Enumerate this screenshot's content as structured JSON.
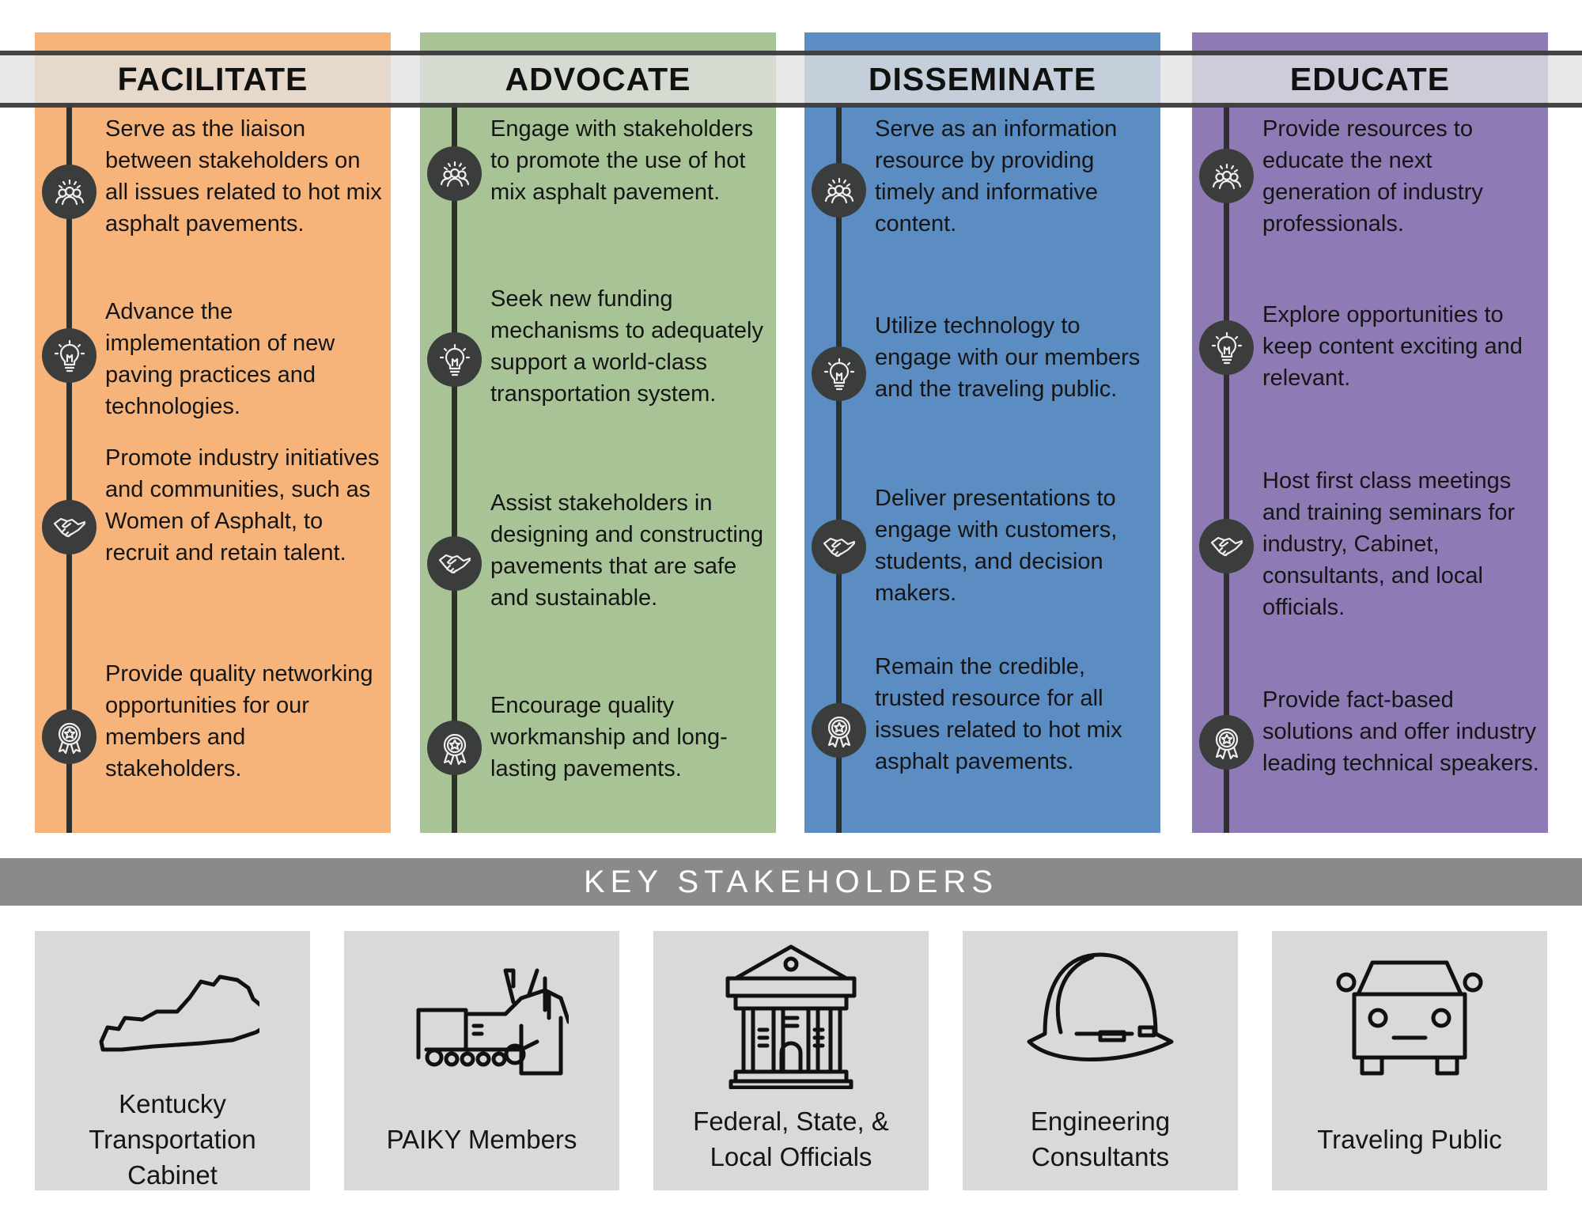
{
  "columns": [
    {
      "title": "FACILITATE",
      "color": "#F7B47A",
      "items": [
        {
          "icon": "people-icon",
          "text": "Serve as the liaison between stakeholders on all issues related to hot mix asphalt pavements."
        },
        {
          "icon": "lightbulb-icon",
          "text": "Advance the implementation of new paving practices and technologies."
        },
        {
          "icon": "handshake-icon",
          "text": "Promote industry initiatives and communities, such as Women of Asphalt, to recruit and retain talent."
        },
        {
          "icon": "award-icon",
          "text": "Provide quality networking opportunities for our members and stakeholders."
        }
      ]
    },
    {
      "title": "ADVOCATE",
      "color": "#A8C496",
      "items": [
        {
          "icon": "people-icon",
          "text": "Engage with stakeholders to promote the use of hot mix asphalt pavement."
        },
        {
          "icon": "lightbulb-icon",
          "text": "Seek new funding mechanisms to adequately support a world-class transportation system."
        },
        {
          "icon": "handshake-icon",
          "text": "Assist stakeholders in designing and constructing pavements that are safe and sustainable."
        },
        {
          "icon": "award-icon",
          "text": "Encourage quality workmanship and long-lasting pavements."
        }
      ]
    },
    {
      "title": "DISSEMINATE",
      "color": "#5B8CC2",
      "items": [
        {
          "icon": "people-icon",
          "text": "Serve as an information resource by providing timely and informative content."
        },
        {
          "icon": "lightbulb-icon",
          "text": "Utilize technology to engage with our members and the traveling public."
        },
        {
          "icon": "handshake-icon",
          "text": "Deliver presentations to engage with customers, students, and decision makers."
        },
        {
          "icon": "award-icon",
          "text": "Remain the credible, trusted resource for all issues related to hot mix asphalt pavements."
        }
      ]
    },
    {
      "title": "EDUCATE",
      "color": "#8E7BB5",
      "items": [
        {
          "icon": "people-icon",
          "text": "Provide resources to educate the next generation of industry professionals."
        },
        {
          "icon": "lightbulb-icon",
          "text": "Explore opportunities to keep content exciting and relevant."
        },
        {
          "icon": "handshake-icon",
          "text": "Host first class meetings and training seminars for industry, Cabinet, consultants, and local officials."
        },
        {
          "icon": "award-icon",
          "text": "Provide fact-based solutions and offer industry leading technical speakers."
        }
      ]
    }
  ],
  "stakeholders": {
    "title": "KEY STAKEHOLDERS",
    "items": [
      {
        "icon": "kentucky-map-icon",
        "label": "Kentucky Transportation Cabinet"
      },
      {
        "icon": "asphalt-paver-icon",
        "label": "PAIKY Members"
      },
      {
        "icon": "government-building-icon",
        "label": "Federal, State, & Local Officials"
      },
      {
        "icon": "hard-hat-icon",
        "label": "Engineering Consultants"
      },
      {
        "icon": "car-icon",
        "label": "Traveling Public"
      }
    ]
  }
}
